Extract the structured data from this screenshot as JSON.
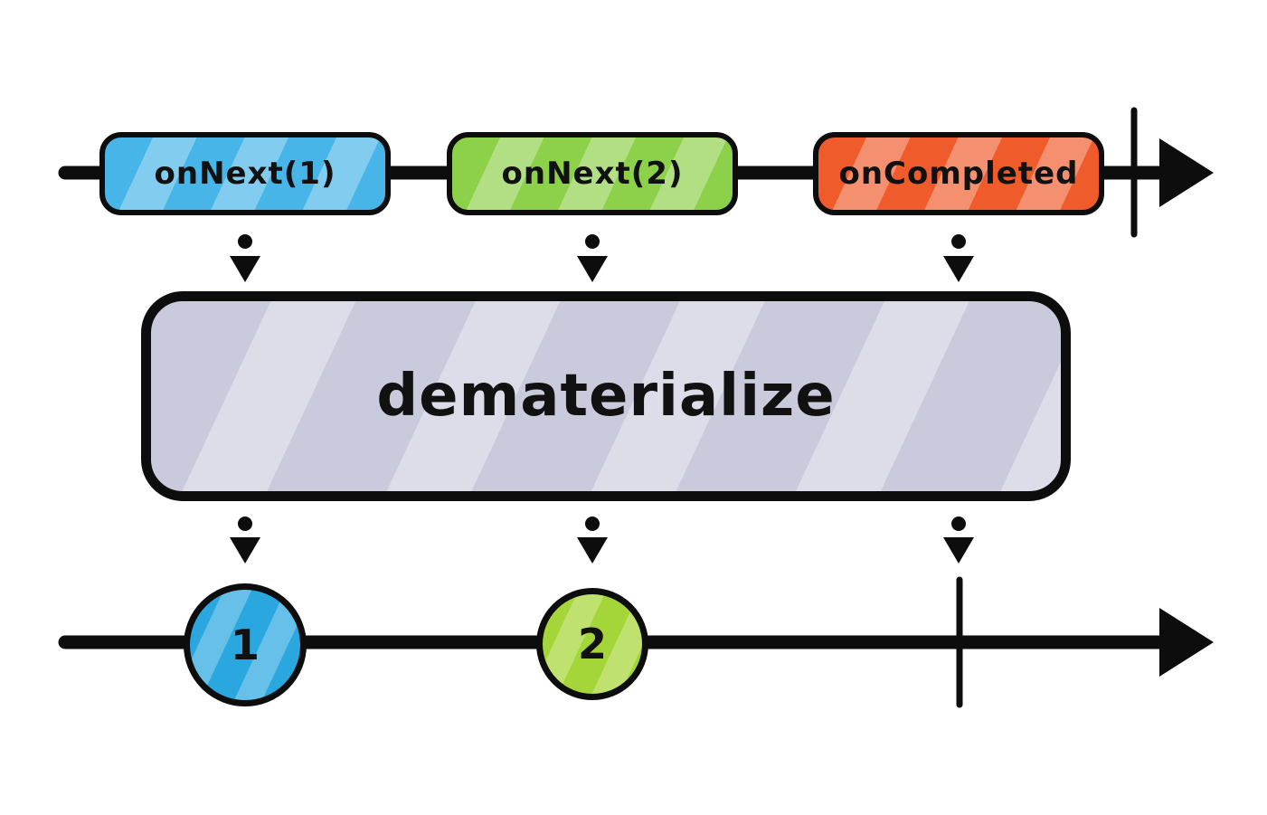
{
  "diagram": {
    "name": "dematerialize marble diagram",
    "line_color": "#0d0d0d",
    "operator": {
      "label": "dematerialize",
      "fill": "#c9cbdc"
    },
    "source_timeline": {
      "events": [
        {
          "label": "onNext(1)",
          "color": "#47b5e8"
        },
        {
          "label": "onNext(2)",
          "color": "#8dd04a"
        },
        {
          "label": "onCompleted",
          "color": "#ef5b2b"
        }
      ],
      "has_completion_tick": true
    },
    "output_timeline": {
      "marbles": [
        {
          "label": "1",
          "color": "#2ba7e0"
        },
        {
          "label": "2",
          "color": "#a5d639"
        }
      ],
      "has_completion_tick": true
    }
  }
}
